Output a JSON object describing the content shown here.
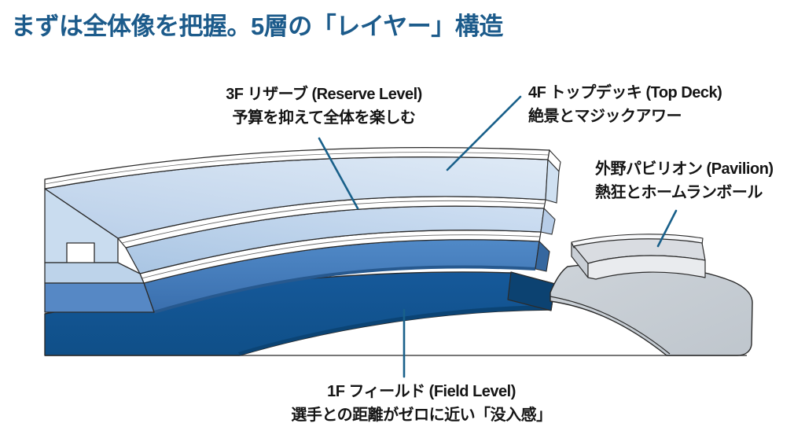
{
  "title": "まずは全体像を把握。5層の「レイヤー」構造",
  "labels": {
    "reserve": {
      "line1": "3F リザーブ (Reserve Level)",
      "line2": "予算を抑えて全体を楽しむ"
    },
    "top_deck": {
      "line1": "4F トップデッキ (Top Deck)",
      "line2": "絶景とマジックアワー"
    },
    "pavilion": {
      "line1": "外野パビリオン (Pavilion)",
      "line2": "熱狂とホームランボール"
    },
    "field": {
      "line1": "1F フィールド (Field Level)",
      "line2": "選手との距離がゼロに近い「没入感」"
    }
  },
  "colors": {
    "title_text": "#1c5b8b",
    "label_text": "#151515",
    "outline": "#2b2b2b",
    "leader_line": "#19608a",
    "ground_line": "#4a4a4a",
    "tier_top_deck": "#cfe0f1",
    "tier_top_deck_face": "#c9dcef",
    "tier_reserve": "#b7cde8",
    "tier_reserve_face": "#bdd3ea",
    "tier_loge": "#4a82c2",
    "tier_loge_face": "#5688c5",
    "tier_loge_cut": "#35679f",
    "tier_field": "#14588f",
    "tier_field_cut": "#0c4271",
    "walkway": "#ffffff",
    "pavilion_base": "#c6ccd3",
    "pavilion_deck_top": "#d9dce1",
    "pavilion_deck_front": "#e9ebee",
    "pavilion_deck_rim": "#f7f8fa",
    "pavilion_deck_side": "#c9cfd6"
  }
}
